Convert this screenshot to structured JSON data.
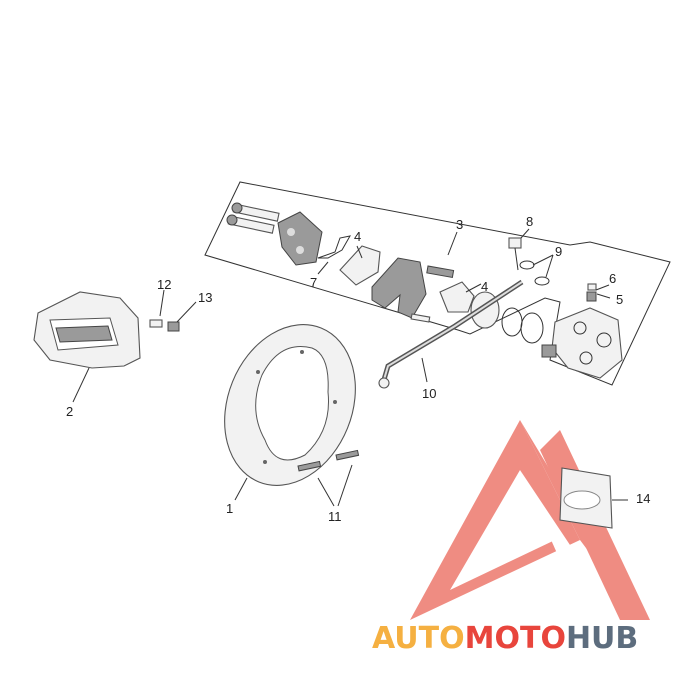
{
  "callouts": {
    "c1": "1",
    "c2": "2",
    "c3": "3",
    "c4a": "4",
    "c4b": "4",
    "c5": "5",
    "c6": "6",
    "c7": "7",
    "c8": "8",
    "c9": "9",
    "c10": "10",
    "c11": "11",
    "c12": "12",
    "c13": "13",
    "c14": "14"
  },
  "watermark": {
    "part1": "AUTO",
    "part2": "MOTO",
    "part3": "HUB",
    "color_orange": "#f5b041",
    "color_red": "#e8453c",
    "color_gray": "#5d6d7e"
  }
}
